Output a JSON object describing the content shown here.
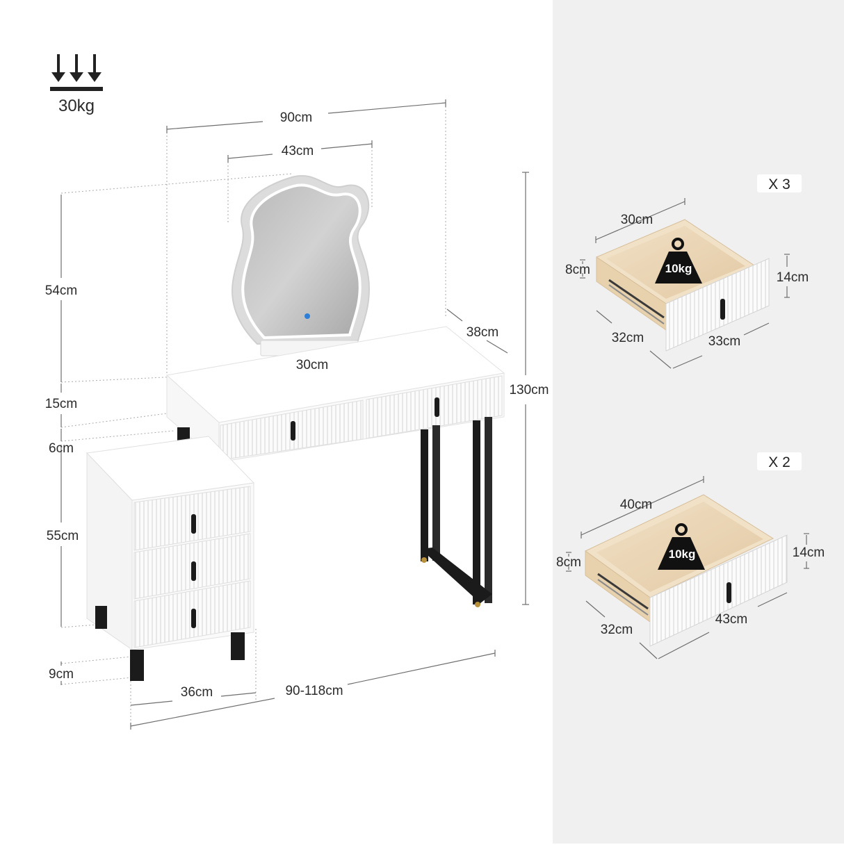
{
  "load": {
    "label": "30kg",
    "icon": "arrows-down-load-icon"
  },
  "vanity": {
    "table_width": "90cm",
    "mirror_width": "43cm",
    "mirror_base_width": "30cm",
    "table_depth": "38cm",
    "total_height": "130cm",
    "mirror_height": "54cm",
    "table_thickness": "15cm",
    "gap": "6cm",
    "cabinet_height": "55cm",
    "leg_height": "9cm",
    "cabinet_width": "36cm",
    "total_width": "90-118cm"
  },
  "drawer_small": {
    "quantity": "X 3",
    "width": "30cm",
    "inner_height": "8cm",
    "front_height": "14cm",
    "depth": "32cm",
    "front_width": "33cm",
    "weight": "10kg"
  },
  "drawer_large": {
    "quantity": "X 2",
    "width": "40cm",
    "inner_height": "8cm",
    "front_height": "14cm",
    "depth": "32cm",
    "front_width": "43cm",
    "weight": "10kg"
  },
  "colors": {
    "panel_bg": "#f0f0f0",
    "furniture_white": "#ffffff",
    "wood": "#ecd9bd",
    "metal_black": "#1b1b1b"
  }
}
